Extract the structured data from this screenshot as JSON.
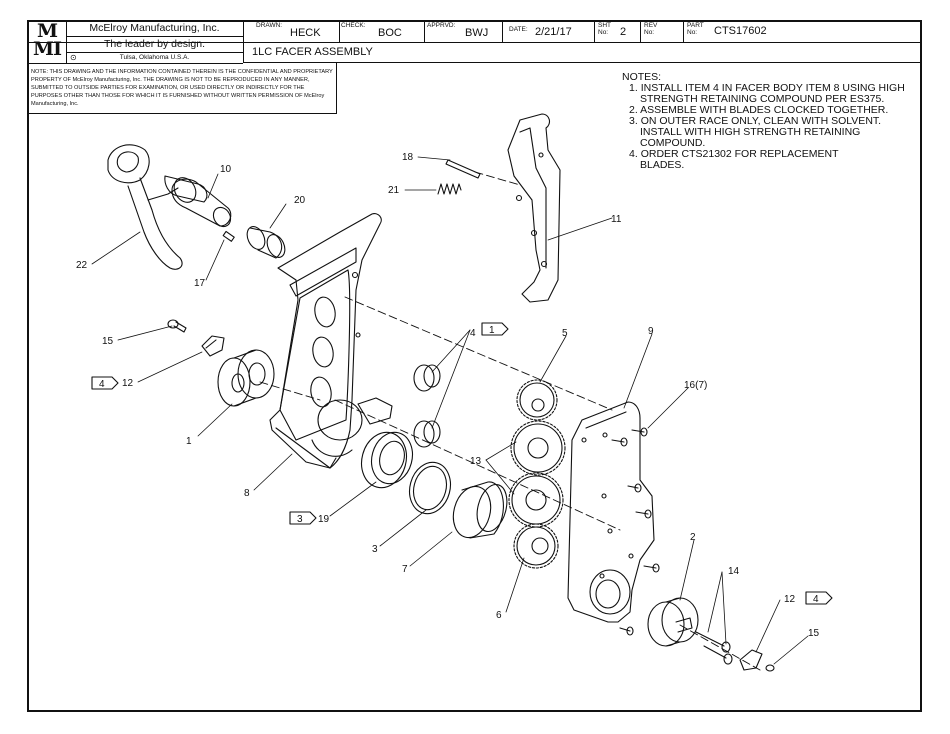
{
  "title_block": {
    "company": "McElroy Manufacturing, Inc.",
    "slogan": "The leader by design.",
    "address": "Tulsa, Oklahoma U.S.A.",
    "logo_text": [
      "M",
      "MI"
    ],
    "drawn_label": "DRAWN:",
    "drawn": "HECK",
    "check_label": "CHECK:",
    "check": "BOC",
    "apprvd_label": "APPRVD:",
    "apprvd": "BWJ",
    "date_label": "DATE:",
    "date": "2/21/17",
    "sht_label": "SHT\nNo:",
    "sht": "2",
    "rev_label": "REV\nNo:",
    "rev": "",
    "part_label": "PART\nNo:",
    "part": "CTS17602",
    "drawing_title": "1LC FACER ASSEMBLY"
  },
  "notice": "NOTE: THIS DRAWING AND THE INFORMATION CONTAINED THEREIN IS THE CONFIDENTIAL AND PROPRIETARY PROPERTY OF McElroy Manufacturing, Inc. THE DRAWING IS NOT TO BE REPRODUCED IN ANY MANNER, SUBMITTED TO OUTSIDE PARTIES FOR EXAMINATION, OR USED DIRECTLY OR INDIRECTLY FOR THE PURPOSES OTHER THAN THOSE FOR WHICH IT IS FURNISHED WITHOUT WRITTEN PERMISSION OF McElroy Manufacturing, Inc.",
  "notes": {
    "heading": "NOTES:",
    "items": [
      {
        "num": "1.",
        "text": "INSTALL ITEM 4 IN FACER BODY ITEM 8 USING HIGH",
        "cont": "STRENGTH RETAINING COMPOUND PER ES375."
      },
      {
        "num": "2.",
        "text": "ASSEMBLE WITH BLADES CLOCKED TOGETHER.",
        "cont": ""
      },
      {
        "num": "3.",
        "text": "ON OUTER RACE ONLY, CLEAN WITH SOLVENT.",
        "cont": "INSTALL WITH HIGH STRENGTH RETAINING",
        "cont2": "COMPOUND."
      },
      {
        "num": "4.",
        "text": "ORDER CTS21302 FOR REPLACEMENT",
        "cont": "BLADES."
      }
    ]
  },
  "callouts": {
    "c1": "1",
    "c2": "2",
    "c3": "3",
    "c4": "4",
    "c5": "5",
    "c6": "6",
    "c7": "7",
    "c8": "8",
    "c9": "9",
    "c10": "10",
    "c11": "11",
    "c12a": "12",
    "c12b": "12",
    "c13": "13",
    "c14": "14",
    "c15a": "15",
    "c15b": "15",
    "c16": "16(7)",
    "c17": "17",
    "c18": "18",
    "c19": "19",
    "c20": "20",
    "c21": "21",
    "c22": "22",
    "flag_a": "1",
    "flag_b": "4",
    "flag_c": "3",
    "flag_d": "4"
  }
}
